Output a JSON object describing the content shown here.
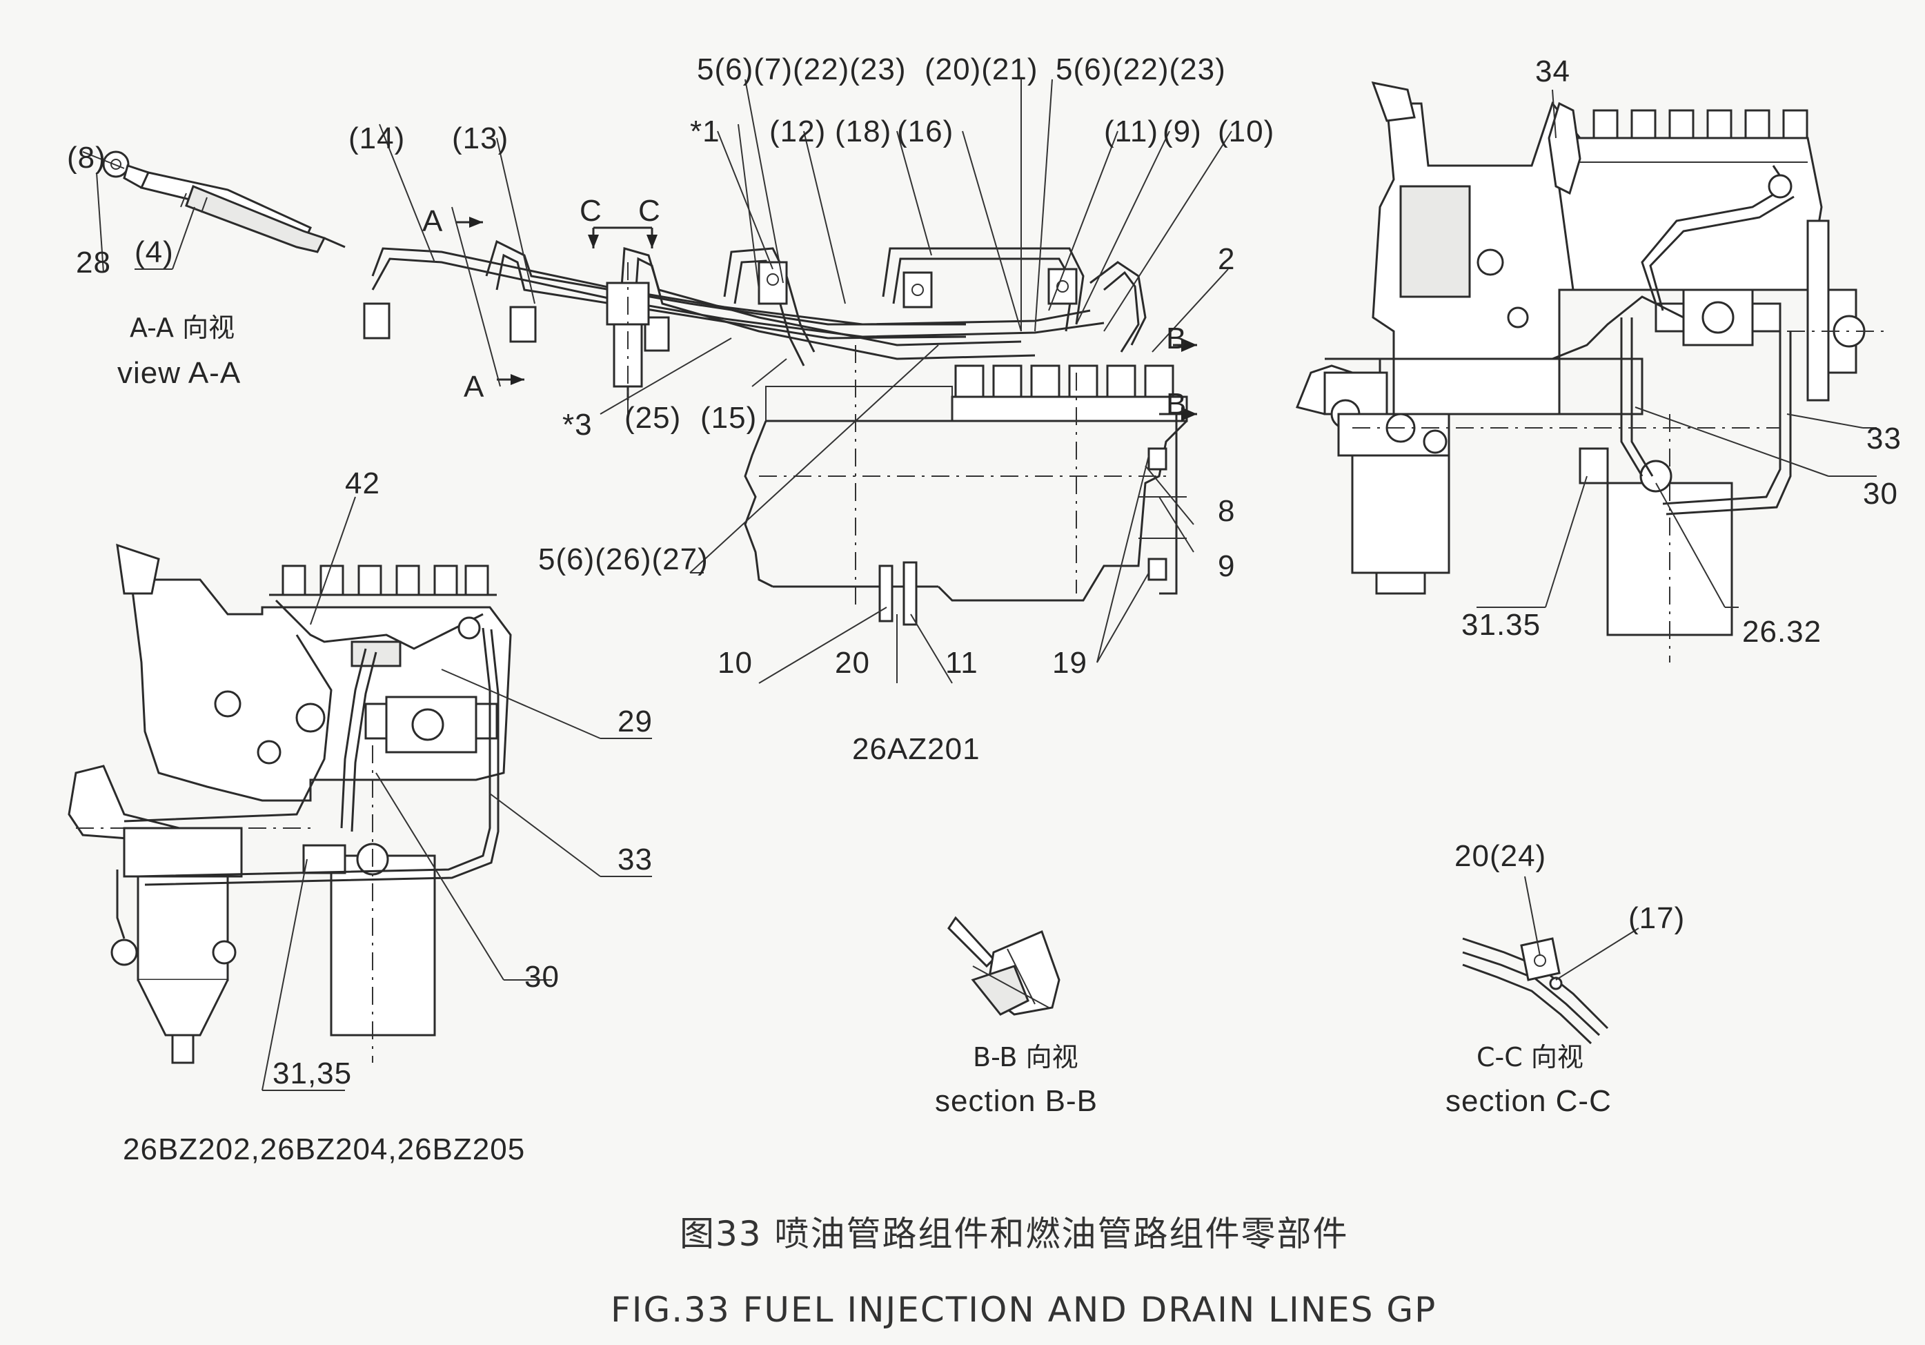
{
  "labels": {
    "aa_8": "(8)",
    "aa_28": "28",
    "aa_4": "(4)",
    "l14": "(14)",
    "l13": "(13)",
    "lA1": "A",
    "lA2": "A",
    "lC1": "C",
    "lC2": "C",
    "top1": "5(6)(7)(22)(23)",
    "top2": "(20)(21)",
    "top3": "5(6)(22)(23)",
    "l_star1": "*1",
    "l12": "(12)",
    "l18": "(18)",
    "l16": "(16)",
    "l11": "(11)",
    "l9": "(9)",
    "l10": "(10)",
    "l2": "2",
    "lB1": "B",
    "lB2": "B",
    "l_star3": "*3",
    "l25": "(25)",
    "l15": "(15)",
    "l5_26_27": "5(6)(26)(27)",
    "n8": "8",
    "n9": "9",
    "n10": "10",
    "n20": "20",
    "n11": "11",
    "n19": "19",
    "r34": "34",
    "r33": "33",
    "r30": "30",
    "r3135": "31.35",
    "r2632": "26.32",
    "b42": "42",
    "b29": "29",
    "b33": "33",
    "b30": "30",
    "b3135": "31,35",
    "c2024": "20(24)",
    "c17": "(17)"
  },
  "views": {
    "aa_cn": "A-A 向视",
    "aa_en": "view  A-A",
    "bb_cn": "B-B 向视",
    "bb_en": "section  B-B",
    "cc_cn": "C-C 向视",
    "cc_en": "section  C-C"
  },
  "models": {
    "center": "26AZ201",
    "bottom_left": "26BZ202,26BZ204,26BZ205"
  },
  "caption": {
    "cn": "图33  喷油管路组件和燃油管路组件零部件",
    "en": "FIG.33  FUEL INJECTION AND DRAIN LINES GP"
  }
}
